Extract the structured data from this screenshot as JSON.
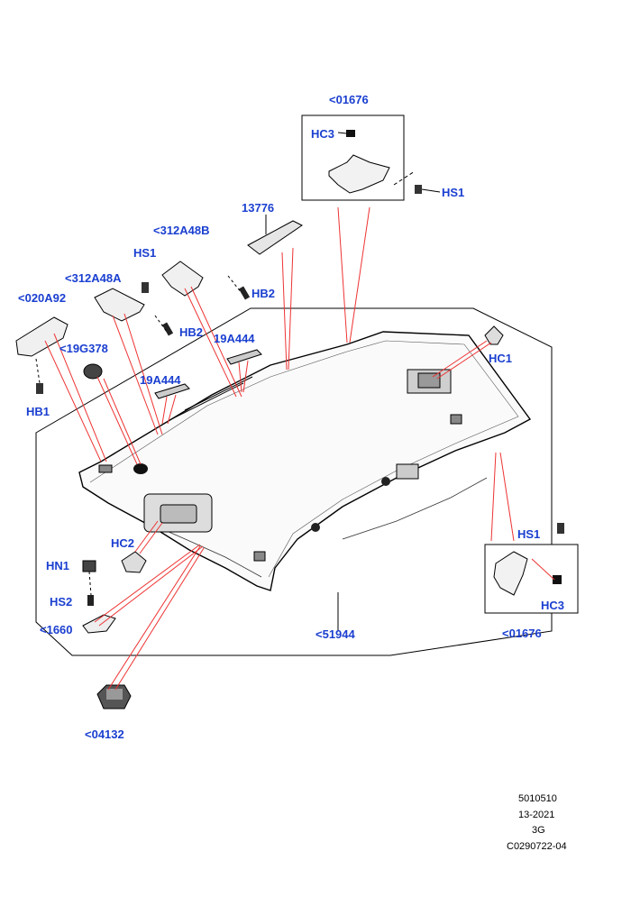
{
  "diagram": {
    "callouts": {
      "c01676_top": "<01676",
      "hc3_top": "HC3",
      "hs1_top": "HS1",
      "p13776": "13776",
      "p312a48b": "<312A48B",
      "hs1_left": "HS1",
      "p312a48a": "<312A48A",
      "hb2_right": "HB2",
      "p020a92": "<020A92",
      "hb2_left": "HB2",
      "p19a444_right": "19A444",
      "p19g378": "<19G378",
      "p19a444_left": "19A444",
      "hb1": "HB1",
      "hc1": "HC1",
      "hc2": "HC2",
      "hn1": "HN1",
      "hs2": "HS2",
      "p1660": "<1660",
      "p51944": "<51944",
      "hs1_right": "HS1",
      "hc3_right": "HC3",
      "c01676_bottom": "<01676",
      "p04132": "<04132"
    },
    "meta": {
      "ref": "5010510",
      "date": "13-2021",
      "code": "3G",
      "drawing": "C0290722-04"
    }
  }
}
